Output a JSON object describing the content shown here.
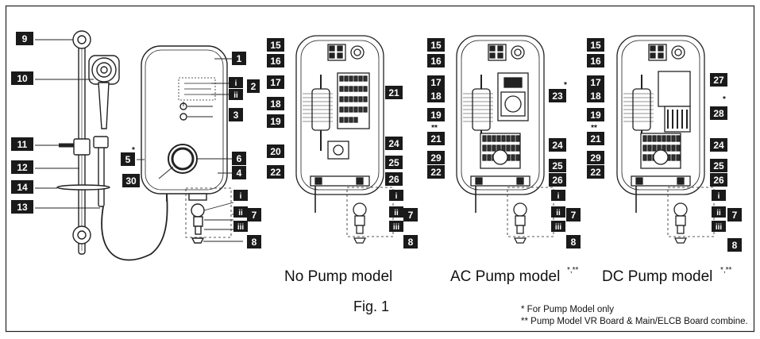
{
  "figure": {
    "caption": "Fig. 1",
    "notes": [
      "*  For Pump Model only",
      "** Pump Model VR Board & Main/ELCB Board combine."
    ]
  },
  "models": [
    {
      "label": "No Pump model"
    },
    {
      "label": "AC Pump model",
      "mark": "*,**"
    },
    {
      "label": "DC Pump model",
      "mark": "*,**"
    }
  ],
  "callouts": {
    "n1": "1",
    "n2": "2",
    "n3": "3",
    "n4": "4",
    "n5": "5",
    "n6": "6",
    "n7": "7",
    "n8": "8",
    "n9": "9",
    "n10": "10",
    "n11": "11",
    "n12": "12",
    "n13": "13",
    "n14": "14",
    "n15": "15",
    "n16": "16",
    "n17": "17",
    "n18": "18",
    "n19": "19",
    "n20": "20",
    "n21": "21",
    "n22": "22",
    "n23": "23",
    "n24": "24",
    "n25": "25",
    "n26": "26",
    "n27": "27",
    "n28": "28",
    "n29": "29",
    "n30": "30",
    "ri": "i",
    "rii": "ii",
    "riii": "iii"
  },
  "asterisks": {
    "single": "*",
    "double": "**"
  },
  "colors": {
    "ink": "#111111",
    "callout_fill": "#1a1a1a",
    "callout_text": "#ffffff",
    "frame": "#222222"
  }
}
